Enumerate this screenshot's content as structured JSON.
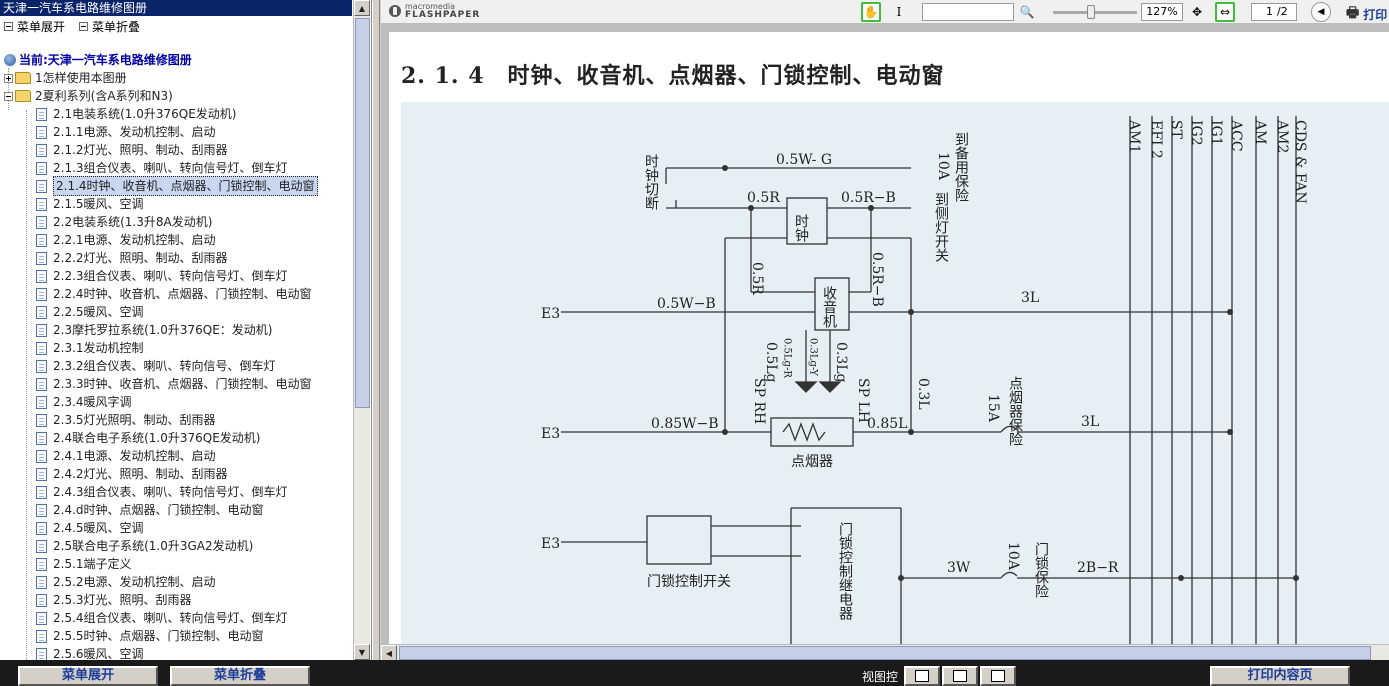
{
  "left_panel": {
    "title": "天津一汽车系电路维修图册",
    "toolbar": {
      "expand": "菜单展开",
      "collapse": "菜单折叠"
    },
    "current_label": "当前:天津一汽车系电路维修图册",
    "tree": [
      {
        "level": 1,
        "type": "folder",
        "toggle": "plus",
        "label": "1怎样使用本图册"
      },
      {
        "level": 1,
        "type": "folder",
        "toggle": "minus",
        "label": "2夏利系列(含A系列和N3)"
      },
      {
        "level": 2,
        "type": "page",
        "label": "2.1电装系统(1.0升376QE发动机)"
      },
      {
        "level": 2,
        "type": "page",
        "label": "2.1.1电源、发动机控制、启动"
      },
      {
        "level": 2,
        "type": "page",
        "label": "2.1.2灯光、照明、制动、刮雨器"
      },
      {
        "level": 2,
        "type": "page",
        "label": "2.1.3组合仪表、喇叭、转向信号灯、倒车灯"
      },
      {
        "level": 2,
        "type": "page",
        "label": "2.1.4时钟、收音机、点烟器、门锁控制、电动窗",
        "selected": true
      },
      {
        "level": 2,
        "type": "page",
        "label": "2.1.5暖风、空调"
      },
      {
        "level": 2,
        "type": "page",
        "label": "2.2电装系统(1.3升8A发动机)"
      },
      {
        "level": 2,
        "type": "page",
        "label": "2.2.1电源、发动机控制、启动"
      },
      {
        "level": 2,
        "type": "page",
        "label": "2.2.2灯光、照明、制动、刮雨器"
      },
      {
        "level": 2,
        "type": "page",
        "label": "2.2.3组合仪表、喇叭、转向信号灯、倒车灯"
      },
      {
        "level": 2,
        "type": "page",
        "label": "2.2.4时钟、收音机、点烟器、门锁控制、电动窗"
      },
      {
        "level": 2,
        "type": "page",
        "label": "2.2.5暖风、空调"
      },
      {
        "level": 2,
        "type": "page",
        "label": "2.3摩托罗拉系统(1.0升376QE：发动机)"
      },
      {
        "level": 2,
        "type": "page",
        "label": "2.3.1发动机控制"
      },
      {
        "level": 2,
        "type": "page",
        "label": "2.3.2组合仪表、喇叭、转向信号、倒车灯"
      },
      {
        "level": 2,
        "type": "page",
        "label": "2.3.3时钟、收音机、点烟器、门锁控制、电动窗"
      },
      {
        "level": 2,
        "type": "page",
        "label": "2.3.4暖风字调"
      },
      {
        "level": 2,
        "type": "page",
        "label": "2.3.5灯光照明、制动、刮雨器"
      },
      {
        "level": 2,
        "type": "page",
        "label": "2.4联合电子系统(1.0升376QE发动机)"
      },
      {
        "level": 2,
        "type": "page",
        "label": "2.4.1电源、发动机控制、启动"
      },
      {
        "level": 2,
        "type": "page",
        "label": "2.4.2灯光、照明、制动、刮雨器"
      },
      {
        "level": 2,
        "type": "page",
        "label": "2.4.3组合仪表、喇叭、转向信号灯、倒车灯"
      },
      {
        "level": 2,
        "type": "page",
        "label": "2.4.d时钟、点烟器、门锁控制、电动窗"
      },
      {
        "level": 2,
        "type": "page",
        "label": "2.4.5暖风、空调"
      },
      {
        "level": 2,
        "type": "page",
        "label": "2.5联合电子系统(1.0升3GA2发动机)"
      },
      {
        "level": 2,
        "type": "page",
        "label": "2.5.1端子定义"
      },
      {
        "level": 2,
        "type": "page",
        "label": "2.5.2电源、发动机控制、启动"
      },
      {
        "level": 2,
        "type": "page",
        "label": "2.5.3灯光、照明、刮雨器"
      },
      {
        "level": 2,
        "type": "page",
        "label": "2.5.4组合仪表、喇叭、转向信号灯、倒车灯"
      },
      {
        "level": 2,
        "type": "page",
        "label": "2.5.5时钟、点烟器、门锁控制、电动窗"
      },
      {
        "level": 2,
        "type": "page",
        "label": "2.5.6暖风、空调"
      }
    ]
  },
  "viewer": {
    "logo_top": "macromedia",
    "logo_bottom": "FLASHPAPER",
    "zoom": "127%",
    "page_current": "1",
    "page_total": "/2",
    "print_label": "打印"
  },
  "document": {
    "heading": "2. 1. 4　时钟、收音机、点烟器、门锁控制、电动窗",
    "schematic_labels": {
      "bus": [
        "AM1",
        "EFI 2",
        "ST",
        "IG2",
        "IG1",
        "ACC",
        "AM",
        "AM2",
        "CDS & FAN"
      ],
      "clock_cut": "时钟切断",
      "to_backup_fuse": "到备用保险",
      "fuse_10a": "10A",
      "to_side_light": "到侧灯开关",
      "w_05wg": "0.5W- G",
      "w_05r": "0.5R",
      "w_05rb": "0.5R−B",
      "clock": "时钟",
      "radio": "收音机",
      "w_05wb": "0.5W−B",
      "w_3l": "3L",
      "e3": "E3",
      "w_05lg": "0.5Lg",
      "w_03lg": "0.3Lg",
      "w_05lgr": "0.5Lg-R",
      "w_03lgy": "0.3Lg-Y",
      "sp_rh": "SP RH",
      "sp_lh": "SP LH",
      "w_03l": "0.3L",
      "cig_fuse": "点烟器保险",
      "fuse_15a": "15A",
      "w_085wb": "0.85W−B",
      "w_085l": "0.85L",
      "cigarette_lighter": "点烟器",
      "door_lock_switch": "门锁控制开关",
      "door_lock_relay": "门锁控制继电器",
      "w_3w": "3W",
      "door_lock_fuse": "门锁保险",
      "w_2br": "2B−R"
    }
  },
  "bottom_bar": {
    "expand_btn": "菜单展开",
    "collapse_btn": "菜单折叠",
    "view_label": "视图控",
    "print_btn": "打印内容页"
  }
}
